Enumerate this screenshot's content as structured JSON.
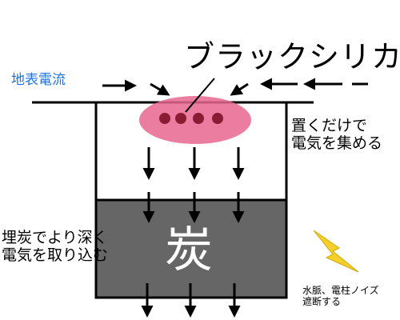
{
  "labels": {
    "title": "ブラックシリカ",
    "earth_current": "地表電流",
    "place_line1": "置くだけで",
    "place_line2": "電気を集める",
    "deep_line1": "埋炭でより深く",
    "deep_line2": "電気を取り込む",
    "charcoal": "炭",
    "noise_line1": "水脈、電柱ノイズ",
    "noise_line2": "遮断する"
  },
  "colors": {
    "earth_label": "#1a73e8",
    "silica_ellipse": "#e8678f",
    "silica_dot": "#8b1a33",
    "charcoal_fill": "#666666",
    "lightning": "#f5d02a",
    "line": "#000000"
  },
  "icons": {
    "lightning": "lightning-bolt-icon",
    "arrows": "arrow-icon"
  }
}
